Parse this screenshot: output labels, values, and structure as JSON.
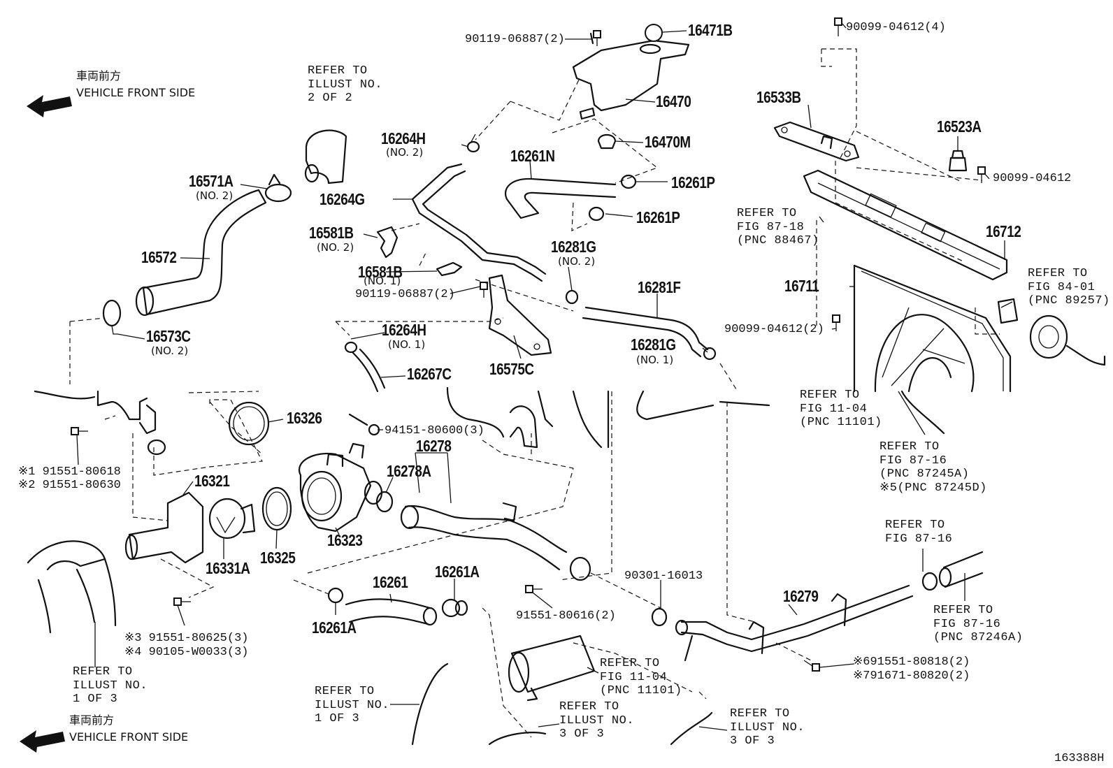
{
  "direction": {
    "jp": "車両前方",
    "en": "VEHICLE FRONT SIDE"
  },
  "illustration_id": "163388H",
  "parts": [
    {
      "id": "p16471B",
      "text": "16471B"
    },
    {
      "id": "p16470",
      "text": "16470"
    },
    {
      "id": "p16470M",
      "text": "16470M"
    },
    {
      "id": "p16533B",
      "text": "16533B"
    },
    {
      "id": "p16523A",
      "text": "16523A"
    },
    {
      "id": "p16712",
      "text": "16712"
    },
    {
      "id": "p16711",
      "text": "16711"
    },
    {
      "id": "p16264H_2",
      "text": "16264H"
    },
    {
      "id": "p16261N",
      "text": "16261N"
    },
    {
      "id": "p16261P_a",
      "text": "16261P"
    },
    {
      "id": "p16261P_b",
      "text": "16261P"
    },
    {
      "id": "p16264G",
      "text": "16264G"
    },
    {
      "id": "p16571A",
      "text": "16571A"
    },
    {
      "id": "p16572",
      "text": "16572"
    },
    {
      "id": "p16581B_2",
      "text": "16581B"
    },
    {
      "id": "p16581B_1",
      "text": "16581B"
    },
    {
      "id": "p16281G_2",
      "text": "16281G"
    },
    {
      "id": "p16281F",
      "text": "16281F"
    },
    {
      "id": "p16281G_1",
      "text": "16281G"
    },
    {
      "id": "p16573C",
      "text": "16573C"
    },
    {
      "id": "p16264H_1",
      "text": "16264H"
    },
    {
      "id": "p16267C",
      "text": "16267C"
    },
    {
      "id": "p16575C",
      "text": "16575C"
    },
    {
      "id": "p16326",
      "text": "16326"
    },
    {
      "id": "p16278",
      "text": "16278"
    },
    {
      "id": "p16278A",
      "text": "16278A"
    },
    {
      "id": "p16321",
      "text": "16321"
    },
    {
      "id": "p16323",
      "text": "16323"
    },
    {
      "id": "p16325",
      "text": "16325"
    },
    {
      "id": "p16331A",
      "text": "16331A"
    },
    {
      "id": "p16261",
      "text": "16261"
    },
    {
      "id": "p16261A_a",
      "text": "16261A"
    },
    {
      "id": "p16261A_b",
      "text": "16261A"
    },
    {
      "id": "p16279",
      "text": "16279"
    }
  ],
  "subs": [
    {
      "id": "s16264H_2",
      "text": "(NO. 2)"
    },
    {
      "id": "s16571A",
      "text": "(NO. 2)"
    },
    {
      "id": "s16581B_2",
      "text": "(NO. 2)"
    },
    {
      "id": "s16581B_1",
      "text": "(NO. 1)"
    },
    {
      "id": "s16281G_2",
      "text": "(NO. 2)"
    },
    {
      "id": "s16281G_1",
      "text": "(NO. 1)"
    },
    {
      "id": "s16573C",
      "text": "(NO. 2)"
    },
    {
      "id": "s16264H_1",
      "text": "(NO. 1)"
    }
  ],
  "codes": [
    {
      "id": "c1",
      "text": "90119-06887(2)"
    },
    {
      "id": "c2",
      "text": "90099-04612(4)"
    },
    {
      "id": "c3",
      "text": "90099-04612"
    },
    {
      "id": "c4",
      "text": "90119-06887(2)"
    },
    {
      "id": "c5",
      "text": "90099-04612(2)"
    },
    {
      "id": "c6",
      "text": "94151-80600(3)"
    },
    {
      "id": "c7",
      "text": "※1 91551-80618"
    },
    {
      "id": "c8",
      "text": "※2 91551-80630"
    },
    {
      "id": "c9",
      "text": "90301-16013"
    },
    {
      "id": "c10",
      "text": "91551-80616(2)"
    },
    {
      "id": "c11",
      "text": "※3 91551-80625(3)"
    },
    {
      "id": "c12",
      "text": "※4 90105-W0033(3)"
    },
    {
      "id": "c13",
      "text": "※691551-80818(2)"
    },
    {
      "id": "c14",
      "text": "※791671-80820(2)"
    }
  ],
  "refs": [
    {
      "id": "r1",
      "text": "REFER TO\nILLUST NO.\n2 OF 2"
    },
    {
      "id": "r2",
      "text": "REFER TO\nFIG 87-18\n(PNC 88467)"
    },
    {
      "id": "r3",
      "text": "REFER TO\nFIG 84-01\n(PNC 89257)"
    },
    {
      "id": "r4",
      "text": "REFER TO\nFIG 11-04\n(PNC 11101)"
    },
    {
      "id": "r5",
      "text": "REFER TO\nFIG 87-16\n(PNC 87245A)\n※5(PNC 87245D)"
    },
    {
      "id": "r6",
      "text": "REFER TO\nFIG 87-16"
    },
    {
      "id": "r7",
      "text": "REFER TO\nFIG 87-16\n(PNC 87246A)"
    },
    {
      "id": "r8",
      "text": "REFER TO\nFIG 11-04\n(PNC 11101)"
    },
    {
      "id": "r9",
      "text": "REFER TO\nILLUST NO.\n1 OF 3"
    },
    {
      "id": "r10",
      "text": "REFER TO\nILLUST NO.\n1 OF 3"
    },
    {
      "id": "r11",
      "text": "REFER TO\nILLUST NO.\n3 OF 3"
    },
    {
      "id": "r12",
      "text": "REFER TO\nILLUST NO.\n3 OF 3"
    }
  ]
}
